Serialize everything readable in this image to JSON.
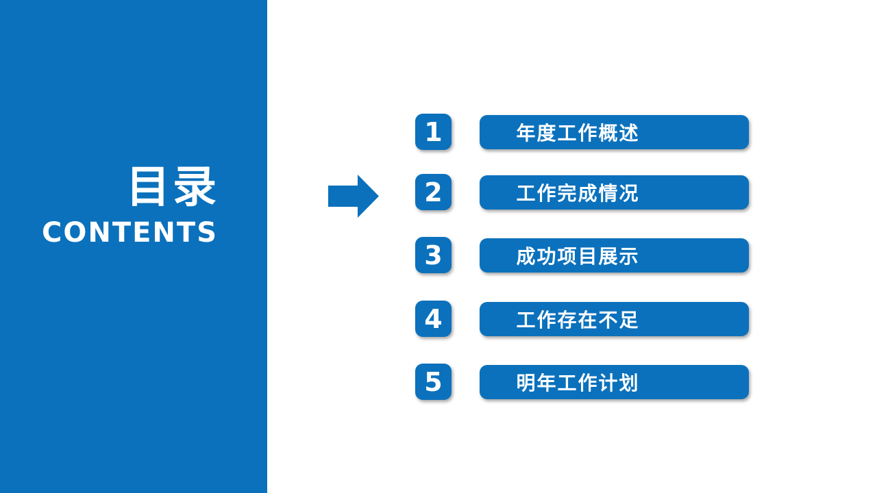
{
  "sidebar": {
    "title_zh": "目录",
    "title_en": "CONTENTS"
  },
  "icons": {
    "arrow": "right-arrow"
  },
  "colors": {
    "primary_blue": "#0b71bc",
    "background": "#ffffff",
    "text_on_blue": "#ffffff"
  },
  "toc": {
    "items": [
      {
        "number": "1",
        "label": "年度工作概述"
      },
      {
        "number": "2",
        "label": "工作完成情况"
      },
      {
        "number": "3",
        "label": "成功项目展示"
      },
      {
        "number": "4",
        "label": "工作存在不足"
      },
      {
        "number": "5",
        "label": "明年工作计划"
      }
    ]
  }
}
